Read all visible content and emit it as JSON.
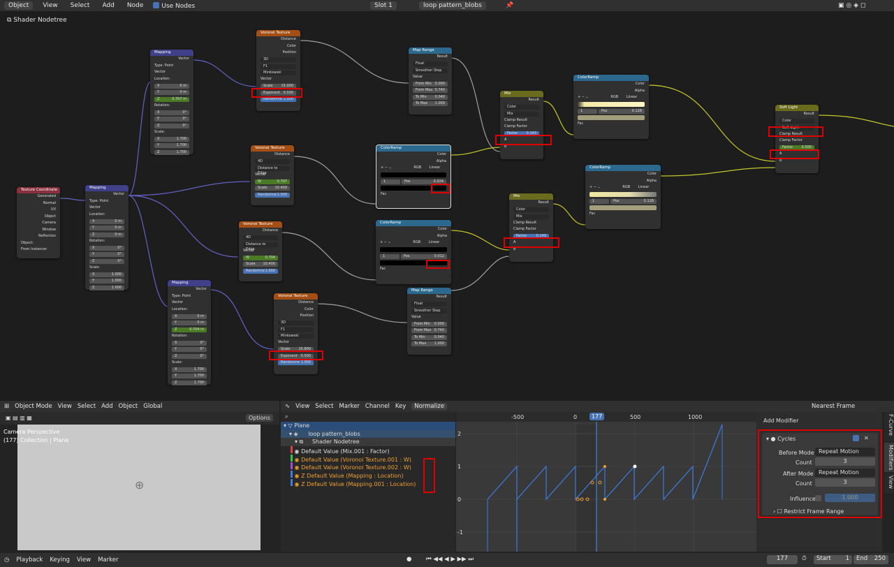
{
  "header": {
    "mode": "Object",
    "menus": [
      "View",
      "Select",
      "Add",
      "Node"
    ],
    "use_nodes": "Use Nodes",
    "slot": "Slot 1",
    "material": "loop pattern_blobs",
    "editor_title": "Shader Nodetree"
  },
  "nodes": {
    "texcoord": {
      "title": "Texture Coordinate",
      "outs": [
        "Generated",
        "Normal",
        "UV",
        "Object",
        "Camera",
        "Window",
        "Reflection"
      ],
      "object_label": "Object:",
      "from_instancer": "From Instancer"
    },
    "mapping_main": {
      "title": "Mapping",
      "out": "Vector",
      "type_label": "Type:",
      "type": "Point",
      "vector": "Vector",
      "location": "Location:",
      "loc": [
        "0 m",
        "0 m",
        "0 m"
      ],
      "rotation": "Rotation:",
      "rot": [
        "0°",
        "0°",
        "0°"
      ],
      "scale": "Scale:",
      "sc": [
        "1.000",
        "1.000",
        "1.000"
      ]
    },
    "mapping_top": {
      "title": "Mapping",
      "out": "Vector",
      "type_label": "Type:",
      "type": "Point",
      "vector": "Vector",
      "location": "Location:",
      "loc": [
        "0 m",
        "0 m",
        "0.707 m"
      ],
      "rotation": "Rotation:",
      "rot": [
        "0°",
        "0°",
        "0°"
      ],
      "scale": "Scale:",
      "sc": [
        "1.700",
        "1.700",
        "1.700"
      ]
    },
    "mapping_bot": {
      "title": "Mapping",
      "out": "Vector",
      "type_label": "Type:",
      "type": "Point",
      "vector": "Vector",
      "location": "Location:",
      "loc": [
        "0 m",
        "0 m",
        "0.704 m"
      ],
      "rotation": "Rotation:",
      "rot": [
        "0°",
        "0°",
        "0°"
      ],
      "scale": "Scale:",
      "sc": [
        "1.700",
        "1.700",
        "1.700"
      ]
    },
    "axes": [
      "X",
      "Y",
      "Z"
    ],
    "voronoi1": {
      "title": "Voronoi Texture",
      "outs": [
        "Distance",
        "Color",
        "Position"
      ],
      "dim": "3D",
      "feature": "F1",
      "metric": "Minkowski",
      "vector": "Vector",
      "scale_l": "Scale",
      "scale": "15.000",
      "exp_l": "Exponent",
      "exp": "0.500",
      "rand_l": "Randomne",
      "rand": "1.000"
    },
    "voronoi2": {
      "title": "Voronoi Texture",
      "outs": [
        "Distance"
      ],
      "dim": "4D",
      "feature": "Distance to Edge",
      "vector": "Vector",
      "w_l": "W",
      "w": "0.707",
      "scale_l": "Scale",
      "scale": "10.400",
      "rand_l": "Randomne",
      "rand": "1.000"
    },
    "voronoi3": {
      "title": "Voronoi Texture",
      "outs": [
        "Distance"
      ],
      "dim": "4D",
      "feature": "Distance to Edge",
      "vector": "Vector",
      "w_l": "W",
      "w": "0.704",
      "scale_l": "Scale",
      "scale": "10.400",
      "rand_l": "Randomne",
      "rand": "1.000"
    },
    "voronoi4": {
      "title": "Voronoi Texture",
      "outs": [
        "Distance",
        "Color",
        "Position"
      ],
      "dim": "3D",
      "feature": "F1",
      "metric": "Minkowski",
      "vector": "Vector",
      "scale_l": "Scale",
      "scale": "15.800",
      "exp_l": "Exponent",
      "exp": "0.500",
      "rand_l": "Randomne",
      "rand": "1.000"
    },
    "maprange1": {
      "title": "Map Range",
      "out": "Result",
      "type": "Float",
      "interp": "Smoother Step",
      "value": "Value",
      "rows": [
        [
          "From Min",
          "0.000"
        ],
        [
          "From Max",
          "0.740"
        ],
        [
          "To Min",
          "0.040"
        ],
        [
          "To Max",
          "1.000"
        ]
      ]
    },
    "maprange2": {
      "title": "Map Range",
      "out": "Result",
      "type": "Float",
      "interp": "Smoother Step",
      "value": "Value",
      "rows": [
        [
          "From Min",
          "0.000"
        ],
        [
          "From Max",
          "0.740"
        ],
        [
          "To Min",
          "0.040"
        ],
        [
          "To Max",
          "1.000"
        ]
      ]
    },
    "ramp1": {
      "title": "ColorRamp",
      "outs": [
        "Color",
        "Alpha"
      ],
      "mode": "RGB",
      "interp": "Linear",
      "index": "1",
      "pos_l": "Pos",
      "pos": "0.024",
      "fac": "Fac"
    },
    "ramp2": {
      "title": "ColorRamp",
      "outs": [
        "Color",
        "Alpha"
      ],
      "mode": "RGB",
      "interp": "Linear",
      "index": "1",
      "pos_l": "Pos",
      "pos": "0.012",
      "fac": "Fac"
    },
    "ramp3": {
      "title": "ColorRamp",
      "outs": [
        "Color",
        "Alpha"
      ],
      "mode": "RGB",
      "interp": "Linear",
      "index": "1",
      "pos_l": "Pos",
      "pos": "0.128",
      "fac": "Fac"
    },
    "ramp4": {
      "title": "ColorRamp",
      "outs": [
        "Color",
        "Alpha"
      ],
      "mode": "RGB",
      "interp": "Linear",
      "index": "1",
      "pos_l": "Pos",
      "pos": "0.128",
      "fac": "Fac"
    },
    "mix1": {
      "title": "Mix",
      "out": "Result",
      "type": "Color",
      "blend": "Mix",
      "clamp_result": "Clamp Result",
      "clamp_factor": "Clamp Factor",
      "factor_l": "Factor",
      "factor": "0.143",
      "a": "A",
      "b": "B"
    },
    "mix2": {
      "title": "Mix",
      "out": "Result",
      "type": "Color",
      "blend": "Mix",
      "clamp_result": "Clamp Result",
      "clamp_factor": "Clamp Factor",
      "factor_l": "Factor",
      "factor": "0.140",
      "a": "A",
      "b": "B"
    },
    "softlight": {
      "title": "Soft Light",
      "out": "Result",
      "type": "Color",
      "blend": "Soft Light",
      "clamp_result": "Clamp Result",
      "clamp_factor": "Clamp Factor",
      "factor_l": "Factor",
      "factor": "0.500",
      "a": "A",
      "b": "B"
    }
  },
  "viewport": {
    "mode": "Object Mode",
    "menus": [
      "View",
      "Select",
      "Add",
      "Object"
    ],
    "orientation": "Global",
    "options": "Options",
    "camera": "Camera Perspective",
    "collection": "(177) Collection | Plane"
  },
  "graph_header": {
    "menus": [
      "View",
      "Select",
      "Marker",
      "Channel",
      "Key"
    ],
    "normalize": "Normalize",
    "pivot": "Nearest Frame"
  },
  "outliner": {
    "object": "Plane",
    "action": "loop pattern_blobs",
    "nodetree": "Shader Nodetree",
    "channels": [
      {
        "label": "Default Value (Mix.001 : Factor)",
        "color": "#e04343"
      },
      {
        "label": "Default Value (Voronoi Texture.001 : W)",
        "color": "#32c84b"
      },
      {
        "label": "Default Value (Voronoi Texture.002 : W)",
        "color": "#a14fd0"
      },
      {
        "label": "Z Default Value (Mapping : Location)",
        "color": "#3d7ce0"
      },
      {
        "label": "Z Default Value (Mapping.001 : Location)",
        "color": "#3d7ce0"
      }
    ]
  },
  "graph": {
    "x_ticks": [
      "-500",
      "0",
      "500",
      "1000"
    ],
    "current_frame": "177",
    "y_ticks": [
      "2",
      "1",
      "0",
      "-1"
    ]
  },
  "npanel": {
    "add_modifier": "Add Modifier",
    "modifier": "Cycles",
    "before_mode_l": "Before Mode",
    "before_mode": "Repeat Motion",
    "count_l": "Count",
    "count1": "3",
    "after_mode_l": "After Mode",
    "after_mode": "Repeat Motion",
    "count2": "3",
    "influence_l": "Influence",
    "influence": "1.000",
    "restrict": "Restrict Frame Range",
    "tabs": [
      "F-Curve",
      "Modifiers",
      "View"
    ]
  },
  "timeline": {
    "menus": [
      "Playback",
      "Keying",
      "View",
      "Marker"
    ],
    "frame": "177",
    "start_l": "Start",
    "start": "1",
    "end_l": "End",
    "end": "250"
  }
}
